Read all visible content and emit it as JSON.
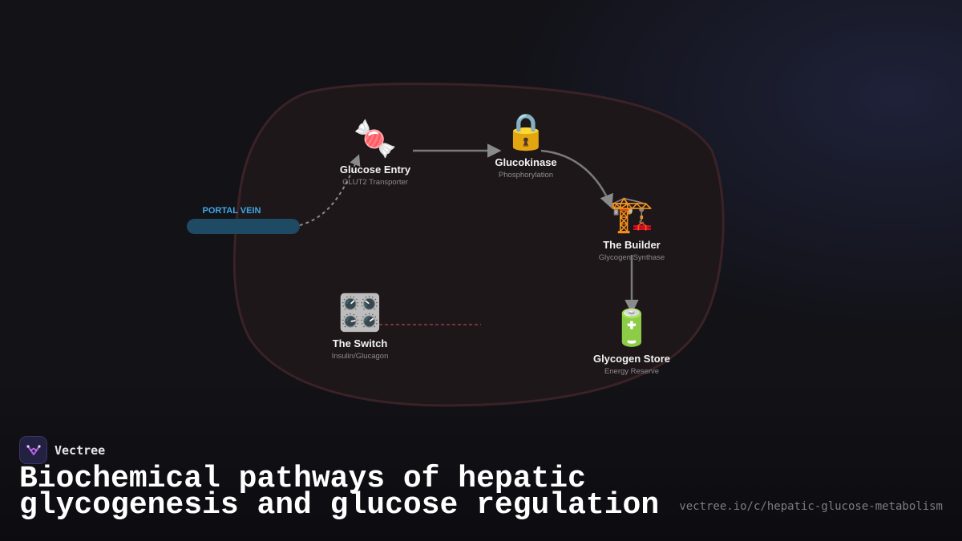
{
  "diagram": {
    "portal_label": "PORTAL VEIN",
    "nodes": {
      "glucose_entry": {
        "emoji": "🍬",
        "icon": "candy-icon",
        "title": "Glucose Entry",
        "subtitle": "GLUT2 Transporter"
      },
      "glucokinase": {
        "emoji": "🔒",
        "icon": "lock-icon",
        "title": "Glucokinase",
        "subtitle": "Phosphorylation"
      },
      "builder": {
        "emoji": "🏗️",
        "icon": "crane-icon",
        "title": "The Builder",
        "subtitle": "Glycogen Synthase"
      },
      "store": {
        "emoji": "🔋",
        "icon": "battery-icon",
        "title": "Glycogen Store",
        "subtitle": "Energy Reserve"
      },
      "switch": {
        "emoji": "🎛️",
        "icon": "control-knobs-icon",
        "title": "The Switch",
        "subtitle": "Insulin/Glucagon"
      }
    },
    "colors": {
      "cell_fill": "#1e1719",
      "cell_stroke": "#3a2226",
      "arrow": "#8a8a8a",
      "portal": "#1e4a63",
      "portal_text": "#3ea9e6",
      "regulation_line": "#8f3f48"
    }
  },
  "footer": {
    "brand": "Vectree",
    "title": "Biochemical pathways of hepatic glycogenesis and glucose regulation",
    "url": "vectree.io/c/hepatic-glucose-metabolism"
  }
}
